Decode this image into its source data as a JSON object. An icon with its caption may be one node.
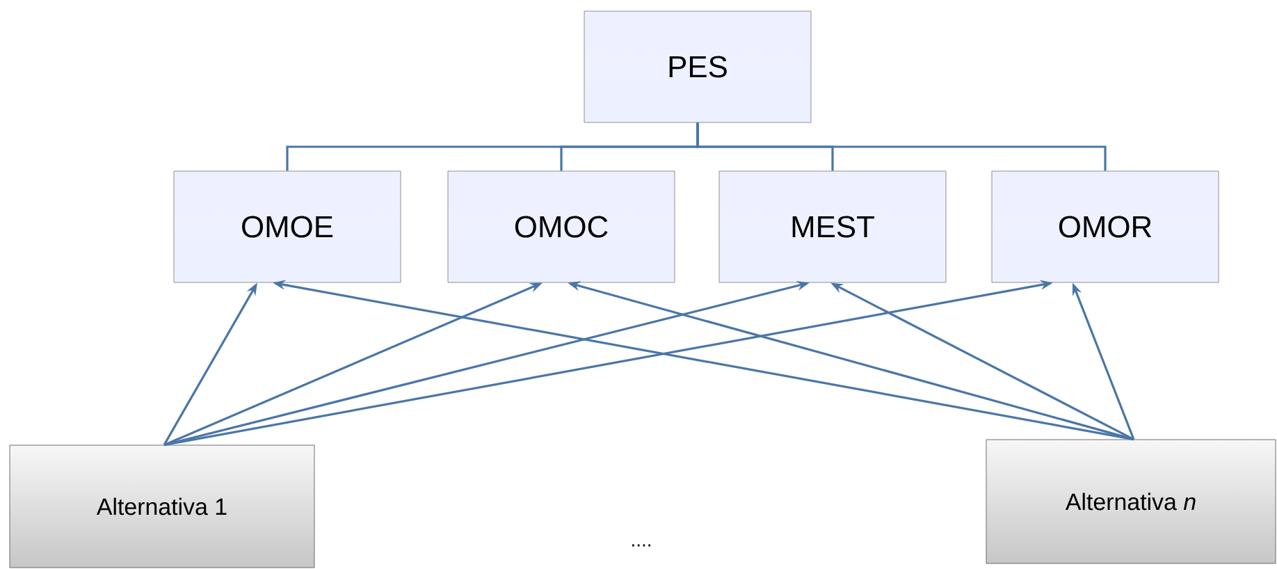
{
  "diagram": {
    "nodes": [
      {
        "text": [
          "PES"
        ]
      },
      {
        "text": [
          "OMOE"
        ]
      },
      {
        "text": [
          "OMOC"
        ]
      },
      {
        "text": [
          "MEST"
        ]
      },
      {
        "text": [
          "OMOR"
        ]
      },
      {
        "text": [
          "Alternativa 1"
        ]
      },
      {
        "text": [
          "Alternativa *n*"
        ]
      }
    ],
    "edges": [
      {
        "from": 0,
        "to": 1,
        "arrow": "none"
      },
      {
        "from": 0,
        "to": 2,
        "arrow": "none"
      },
      {
        "from": 0,
        "to": 3,
        "arrow": "none"
      },
      {
        "from": 0,
        "to": 4,
        "arrow": "none"
      },
      {
        "from": 5,
        "to": 1,
        "arrow": "to"
      },
      {
        "from": 5,
        "to": 2,
        "arrow": "to"
      },
      {
        "from": 5,
        "to": 3,
        "arrow": "to"
      },
      {
        "from": 5,
        "to": 4,
        "arrow": "to"
      },
      {
        "from": 6,
        "to": 1,
        "arrow": "to"
      },
      {
        "from": 6,
        "to": 2,
        "arrow": "to"
      },
      {
        "from": 6,
        "to": 3,
        "arrow": "to"
      },
      {
        "from": 6,
        "to": 4,
        "arrow": "to"
      }
    ],
    "labels": [
      "...."
    ]
  }
}
